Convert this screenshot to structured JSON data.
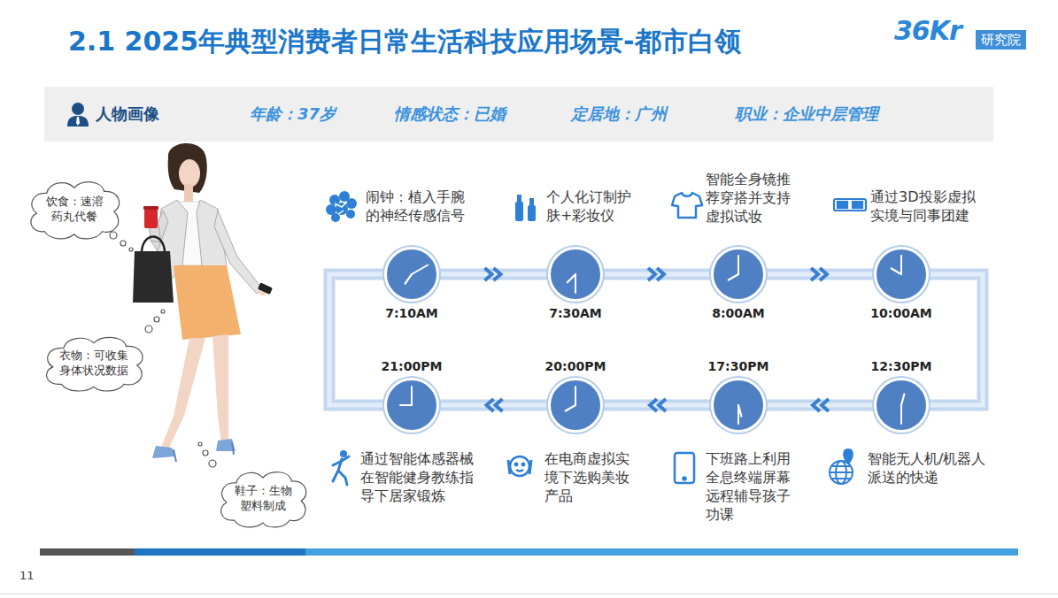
{
  "diagram": {
    "title": "2.1 2025年典型消费者日常生活科技应用场景-都市白领",
    "nodes": [
      {
        "text": [
          "人物画像",
          "年龄：37岁",
          "情感状态：已婚",
          "定居地：广州",
          "职业：企业中层管理"
        ]
      },
      {
        "text": [
          "饮食：速溶药丸代餐"
        ]
      },
      {
        "text": [
          "衣物：可收集身体状况数据"
        ]
      },
      {
        "text": [
          "鞋子：生物塑料制成"
        ]
      },
      {
        "text": [
          "7:10AM"
        ]
      },
      {
        "text": [
          "7:30AM"
        ]
      },
      {
        "text": [
          "8:00AM"
        ]
      },
      {
        "text": [
          "10:00AM"
        ]
      },
      {
        "text": [
          "12:30PM"
        ]
      },
      {
        "text": [
          "17:30PM"
        ]
      },
      {
        "text": [
          "20:00PM"
        ]
      },
      {
        "text": [
          "21:00PM"
        ]
      }
    ],
    "edges": [
      {
        "from": 4,
        "to": 5,
        "arrow": "to"
      },
      {
        "from": 5,
        "to": 6,
        "arrow": "to"
      },
      {
        "from": 6,
        "to": 7,
        "arrow": "to"
      },
      {
        "from": 7,
        "to": 8,
        "arrow": "none"
      },
      {
        "from": 8,
        "to": 9,
        "arrow": "to"
      },
      {
        "from": 9,
        "to": 10,
        "arrow": "to"
      },
      {
        "from": 10,
        "to": 11,
        "arrow": "to"
      },
      {
        "from": 11,
        "to": 4,
        "arrow": "none"
      }
    ],
    "labels": [
      "36Kr",
      "研究院",
      "闹钟：植入手腕的神经传感信号",
      "个人化订制护肤+彩妆仪",
      "智能全身镜推荐穿搭并支持虚拟试妆",
      "通过3D投影虚拟实境与同事团建",
      "智能无人机/机器人派送的快递",
      "下班路上利用全息终端屏幕远程辅导孩子功课",
      "在电商虚拟实境下选购美妆产品",
      "通过智能体感器械在智能健身教练指导下居家锻炼",
      "11"
    ]
  }
}
